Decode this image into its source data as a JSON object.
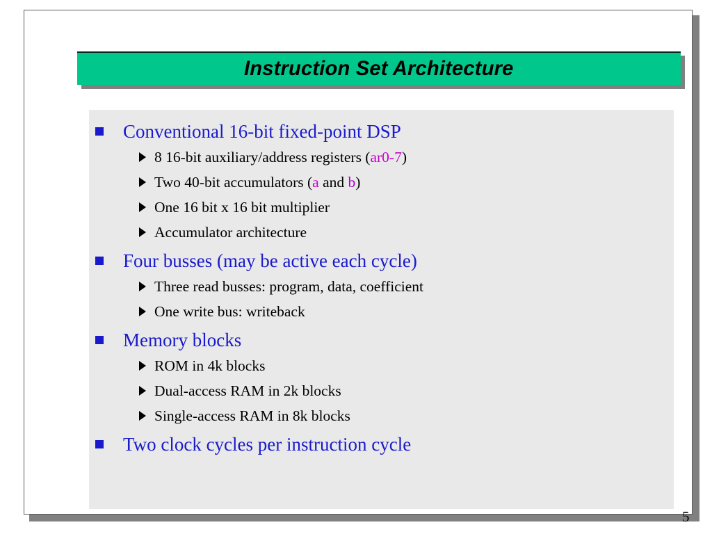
{
  "slide": {
    "title": "Instruction Set Architecture",
    "page_number": "5",
    "colors": {
      "title_bar": "#00C88C",
      "title_shadow": "#808080",
      "content_panel": "#e9e9e9",
      "level1_text": "#1A1ACC",
      "level2_text": "#000000",
      "accent_magenta": "#CC00CC",
      "accent_purple": "#AA00CC",
      "frame_border": "#5a5a5a"
    },
    "markers": {
      "level1": "blue-square-bullet",
      "level2": "black-triangle-bullet"
    },
    "groups": [
      {
        "heading": "Conventional 16-bit fixed-point DSP",
        "items": [
          {
            "parts": [
              {
                "text": "8 16-bit auxiliary/address registers (",
                "color": "black"
              },
              {
                "text": "ar0-7",
                "color": "magenta"
              },
              {
                "text": ")",
                "color": "black"
              }
            ]
          },
          {
            "parts": [
              {
                "text": "Two 40-bit accumulators (",
                "color": "black"
              },
              {
                "text": "a",
                "color": "magenta"
              },
              {
                "text": " and ",
                "color": "black"
              },
              {
                "text": "b",
                "color": "purple"
              },
              {
                "text": ")",
                "color": "black"
              }
            ]
          },
          {
            "parts": [
              {
                "text": "One 16 bit x 16 bit multiplier",
                "color": "black"
              }
            ]
          },
          {
            "parts": [
              {
                "text": "Accumulator architecture",
                "color": "black"
              }
            ]
          }
        ]
      },
      {
        "heading": "Four busses (may be active each cycle)",
        "items": [
          {
            "parts": [
              {
                "text": "Three read busses: program, data, coefficient",
                "color": "black"
              }
            ]
          },
          {
            "parts": [
              {
                "text": "One write bus: writeback",
                "color": "black"
              }
            ]
          }
        ]
      },
      {
        "heading": "Memory blocks",
        "items": [
          {
            "parts": [
              {
                "text": "ROM in 4k blocks",
                "color": "black"
              }
            ]
          },
          {
            "parts": [
              {
                "text": "Dual-access RAM in 2k blocks",
                "color": "black"
              }
            ]
          },
          {
            "parts": [
              {
                "text": "Single-access RAM in 8k blocks",
                "color": "black"
              }
            ]
          }
        ]
      },
      {
        "heading": "Two clock cycles per instruction cycle",
        "items": []
      }
    ]
  }
}
